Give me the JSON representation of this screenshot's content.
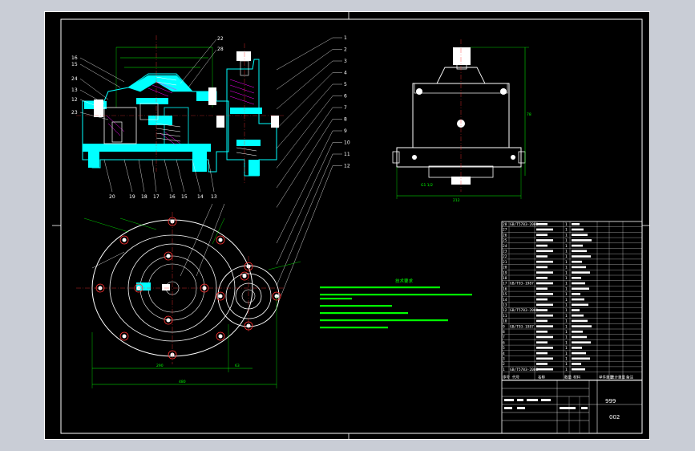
{
  "drawing": {
    "name": "999",
    "number": "002"
  },
  "notes": {
    "title": "技术要求"
  },
  "part_callouts_top": [
    "1",
    "2",
    "3",
    "4",
    "5",
    "6",
    "7",
    "8",
    "9",
    "10",
    "11",
    "12"
  ],
  "part_callouts_left": [
    "16",
    "15",
    "24",
    "13",
    "12",
    "23",
    "22",
    "28"
  ],
  "part_callouts_bottom": [
    "20",
    "19",
    "18",
    "17",
    "16",
    "15",
    "14",
    "13"
  ],
  "dimensions": {
    "overall_height": "78",
    "overall_width": "212",
    "bottom_width_1": "290",
    "bottom_width_2": "63",
    "bottom_total": "480",
    "thread_callout": "G1 1/2"
  },
  "bom": {
    "header": [
      "序号",
      "代号",
      "名称",
      "数量",
      "材料",
      "单件重量",
      "总计重量",
      "备注"
    ],
    "rows": [
      {
        "no": "28",
        "code": "GB/T5783-2000",
        "qty": "1"
      },
      {
        "no": "27",
        "code": "",
        "qty": "1"
      },
      {
        "no": "26",
        "code": "",
        "qty": "1"
      },
      {
        "no": "25",
        "code": "",
        "qty": "1"
      },
      {
        "no": "24",
        "code": "",
        "qty": "1"
      },
      {
        "no": "23",
        "code": "",
        "qty": "1"
      },
      {
        "no": "22",
        "code": "",
        "qty": "1"
      },
      {
        "no": "21",
        "code": "",
        "qty": "1"
      },
      {
        "no": "20",
        "code": "",
        "qty": "1"
      },
      {
        "no": "19",
        "code": "",
        "qty": "1"
      },
      {
        "no": "18",
        "code": "",
        "qty": "1"
      },
      {
        "no": "17",
        "code": "GB/T93-1987",
        "qty": "1"
      },
      {
        "no": "16",
        "code": "",
        "qty": "1"
      },
      {
        "no": "15",
        "code": "",
        "qty": "1"
      },
      {
        "no": "14",
        "code": "",
        "qty": "1"
      },
      {
        "no": "13",
        "code": "",
        "qty": "1"
      },
      {
        "no": "12",
        "code": "GB/T5783-2000",
        "qty": "1"
      },
      {
        "no": "11",
        "code": "",
        "qty": "1"
      },
      {
        "no": "10",
        "code": "",
        "qty": "1"
      },
      {
        "no": "9",
        "code": "GB/T93-1987",
        "qty": "1"
      },
      {
        "no": "8",
        "code": "",
        "qty": "1"
      },
      {
        "no": "7",
        "code": "",
        "qty": "1"
      },
      {
        "no": "6",
        "code": "",
        "qty": "1"
      },
      {
        "no": "5",
        "code": "",
        "qty": "1"
      },
      {
        "no": "4",
        "code": "",
        "qty": "1"
      },
      {
        "no": "3",
        "code": "",
        "qty": "1"
      },
      {
        "no": "2",
        "code": "",
        "qty": "1"
      },
      {
        "no": "1",
        "code": "GB/T5783-2000",
        "qty": "1"
      }
    ]
  },
  "colors": {
    "background": "#000000",
    "frame": "#ffffff",
    "section_fill": "#00ffff",
    "dimension": "#00ff00",
    "hatch": "#ff00ff",
    "centerline": "#ff3333",
    "leader": "#ffffff",
    "viewport_bg": "#c9cdd6"
  }
}
